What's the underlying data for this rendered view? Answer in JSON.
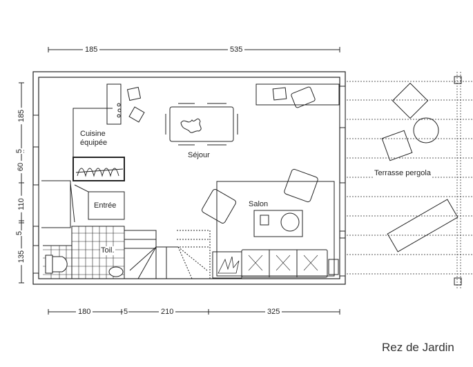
{
  "plan": {
    "title": "Rez de Jardin",
    "rooms": {
      "kitchen_line1": "Cuisine",
      "kitchen_line2": "équipée",
      "sejour": "Séjour",
      "entree": "Entrée",
      "toilet": "Toil.",
      "salon": "Salon",
      "terrace": "Terrasse pergola"
    },
    "dimensions": {
      "top": [
        "185",
        "535"
      ],
      "bottom": [
        "180",
        "5",
        "210",
        "325"
      ],
      "left": [
        "185",
        "5",
        "60",
        "110",
        "5",
        "135"
      ]
    }
  },
  "colors": {
    "line": "#222222",
    "background": "#ffffff"
  }
}
